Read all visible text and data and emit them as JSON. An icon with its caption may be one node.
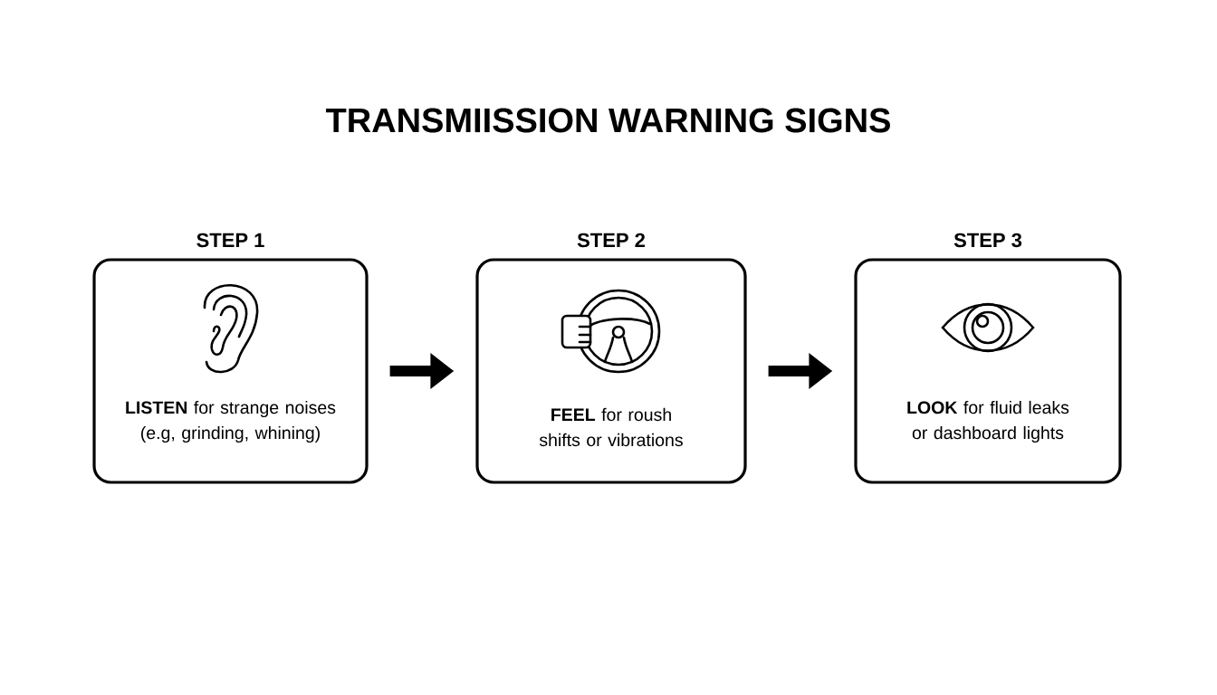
{
  "diagram": {
    "title": "TRANSMIISSION WARNING SIGNS",
    "nodes": [
      {
        "text": [
          "STEP 1",
          "**LISTEN** for strange noises (e.g, grinding, whining)"
        ]
      },
      {
        "text": [
          "STEP 2",
          "**FEEL** for roush shifts or vibrations"
        ]
      },
      {
        "text": [
          "STEP 3",
          "**LOOK** for fluid leaks or dashboard lights"
        ]
      }
    ],
    "edges": [
      {
        "from": 0,
        "to": 1,
        "arrow": "to"
      },
      {
        "from": 1,
        "to": 2,
        "arrow": "to"
      }
    ]
  }
}
